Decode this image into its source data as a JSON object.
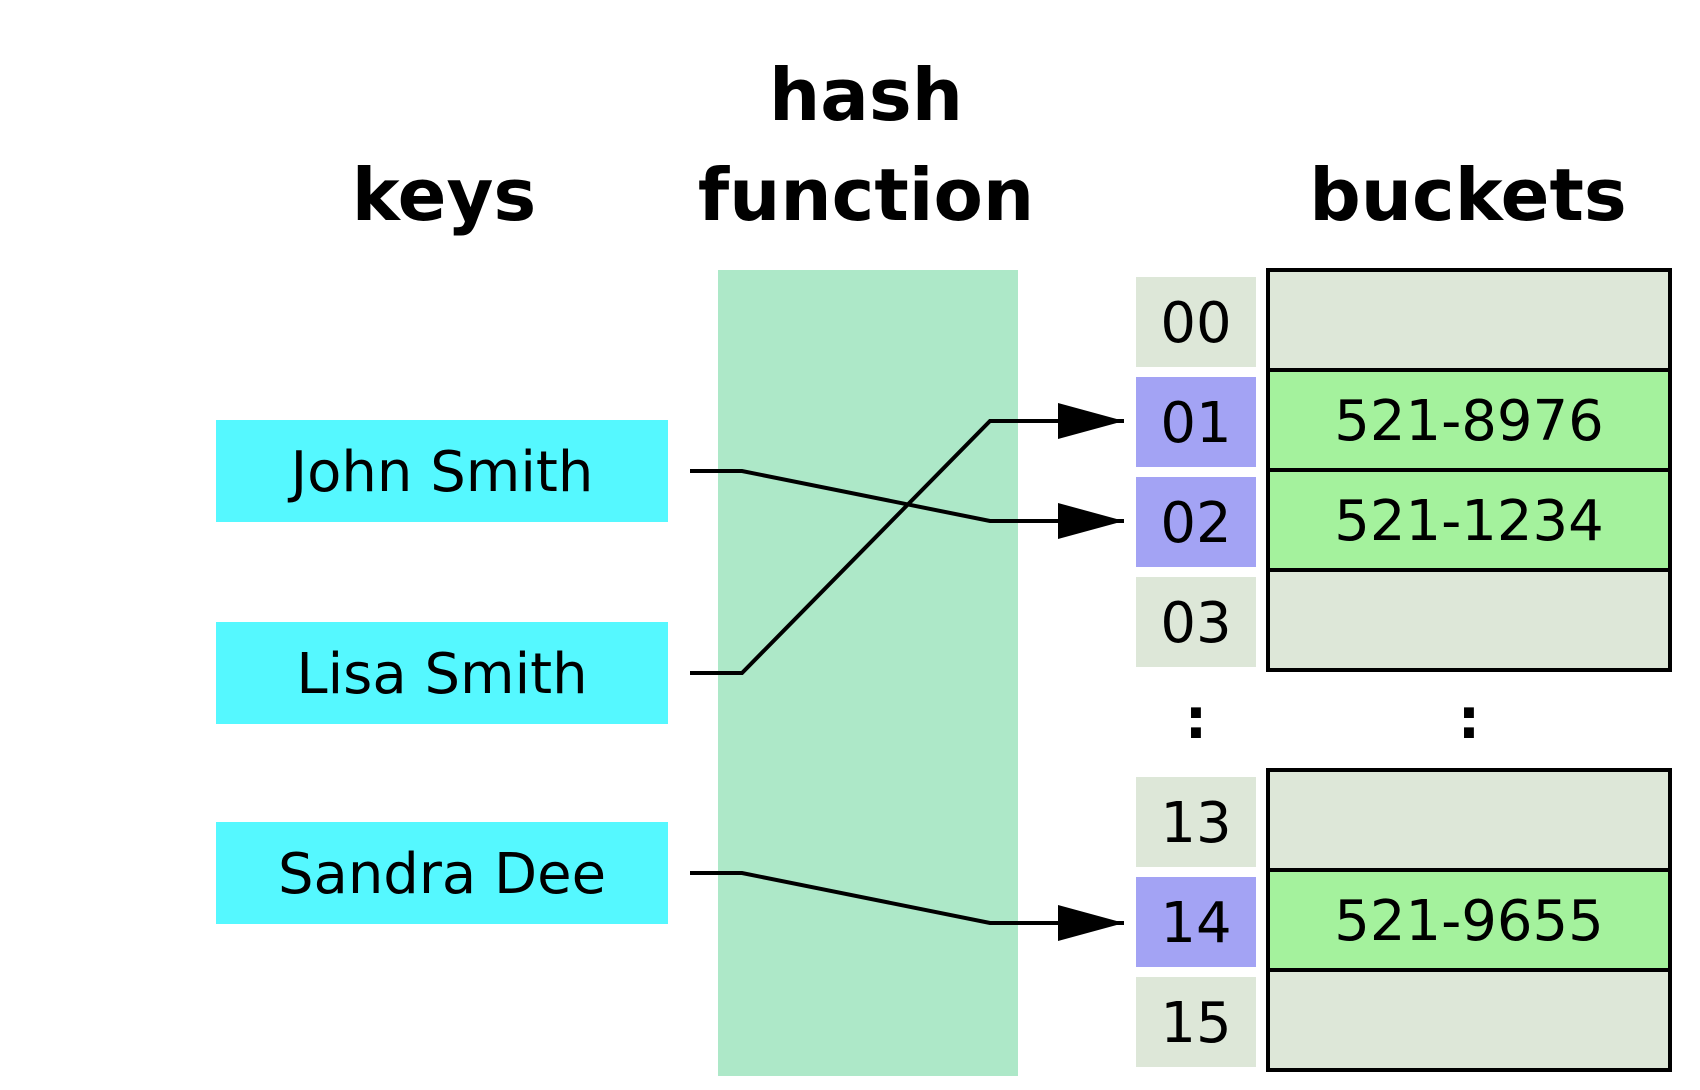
{
  "headings": {
    "keys": "keys",
    "hash_line1": "hash",
    "hash_line2": "function",
    "buckets": "buckets"
  },
  "keys": [
    {
      "label": "John Smith",
      "bucket": "02"
    },
    {
      "label": "Lisa Smith",
      "bucket": "01"
    },
    {
      "label": "Sandra Dee",
      "bucket": "14"
    }
  ],
  "buckets_upper": [
    {
      "index": "00",
      "value": ""
    },
    {
      "index": "01",
      "value": "521-8976"
    },
    {
      "index": "02",
      "value": "521-1234"
    },
    {
      "index": "03",
      "value": ""
    }
  ],
  "ellipsis": {
    "index_dots": ":",
    "bucket_dots": ":"
  },
  "buckets_lower": [
    {
      "index": "13",
      "value": ""
    },
    {
      "index": "14",
      "value": "521-9655"
    },
    {
      "index": "15",
      "value": ""
    }
  ],
  "colors": {
    "key_box": "#55f8ff",
    "hash_band": "#ade8c8",
    "index_empty": "#dde7d8",
    "index_used": "#a3a3f4",
    "bucket_empty": "#dde7d8",
    "bucket_used": "#a4f29d",
    "line": "#000000"
  }
}
